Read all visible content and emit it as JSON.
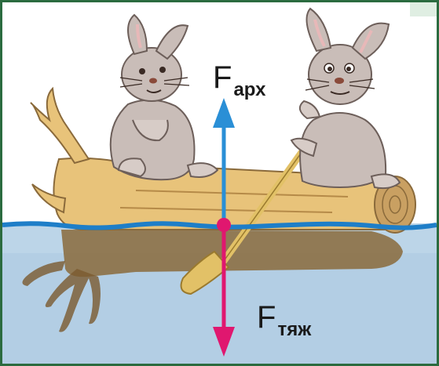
{
  "diagram": {
    "forces": {
      "buoyant": {
        "symbol": "F",
        "subscript": "арх"
      },
      "gravity": {
        "symbol": "F",
        "subscript": "тяж"
      }
    },
    "colors": {
      "buoyant_arrow": "#2a8fd6",
      "gravity_arrow": "#e0176f",
      "water": "#bcd5e8",
      "water_line": "#1e7ec8",
      "log": "#e8c37a",
      "log_shade": "#8a6a3b",
      "rabbit": "#c9bdb8",
      "frame": "#2b6b3f"
    },
    "icons": [
      "rabbit-icon",
      "log-icon",
      "oar-icon",
      "water-icon"
    ]
  }
}
